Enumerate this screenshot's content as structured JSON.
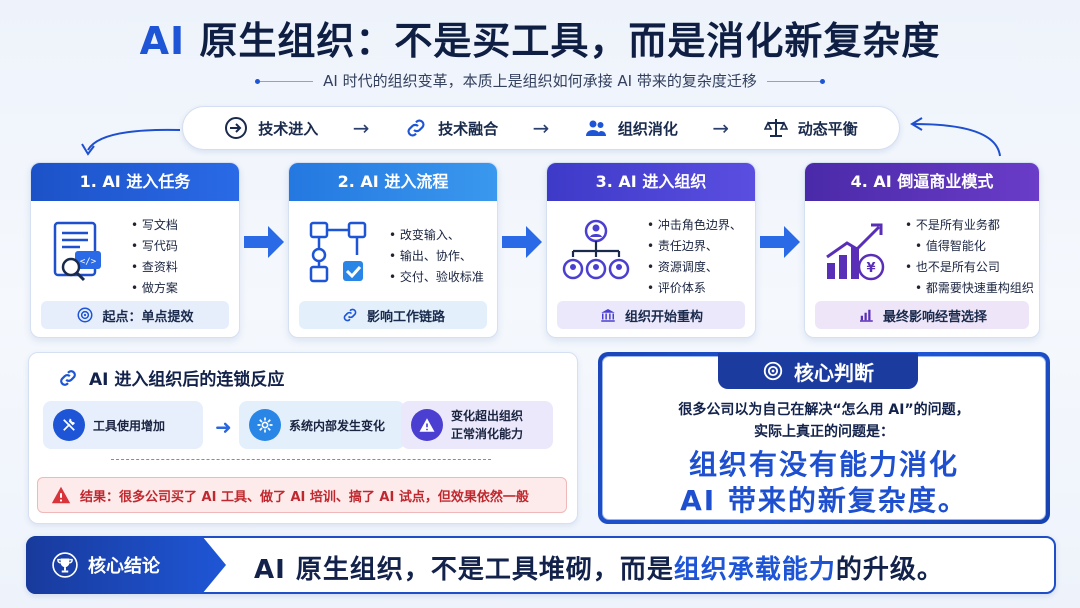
{
  "title": {
    "accent": "AI",
    "main": "原生组织：不是买工具，而是消化新复杂度"
  },
  "subtitle": "AI 时代的组织变革，本质上是组织如何承接 AI 带来的复杂度迁移",
  "flow": [
    {
      "label": "技术进入",
      "icon": "login-arrow-icon"
    },
    {
      "label": "技术融合",
      "icon": "link-icon"
    },
    {
      "label": "组织消化",
      "icon": "people-icon"
    },
    {
      "label": "动态平衡",
      "icon": "scale-icon"
    }
  ],
  "cards": [
    {
      "title": "1. AI 进入任务",
      "items": [
        "写文档",
        "写代码",
        "查资料",
        "做方案"
      ],
      "foot": "起点：单点提效",
      "color": "#1f5fd8",
      "foot_bg": "#e6eefc"
    },
    {
      "title": "2. AI 进入流程",
      "items": [
        "改变输入、",
        "输出、协作、",
        "交付、验收标准"
      ],
      "foot": "影响工作链路",
      "color": "#2a86e6",
      "foot_bg": "#e3f0fc"
    },
    {
      "title": "3. AI 进入组织",
      "items": [
        "冲击角色边界、",
        "责任边界、",
        "资源调度、",
        "评价体系"
      ],
      "foot": "组织开始重构",
      "color": "#4a3fd0",
      "foot_bg": "#ebe8fb"
    },
    {
      "title": "4. AI 倒逼商业模式",
      "items": [
        "不是所有业务都",
        "值得智能化",
        "也不是所有公司",
        "都需要快速重构组织"
      ],
      "foot": "最终影响经营选择",
      "color": "#5a2fb8",
      "foot_bg": "#eee6f8"
    }
  ],
  "chain": {
    "title": "AI 进入组织后的连锁反应",
    "steps": [
      "工具使用增加",
      "系统内部发生变化",
      "变化超出组织",
      "正常消化能力"
    ],
    "result": "结果：很多公司买了 AI 工具、做了 AI 培训、搞了 AI 试点，但效果依然一般"
  },
  "core": {
    "tab": "核心判断",
    "line1": "很多公司以为自己在解决“怎么用 AI”的问题，",
    "line2": "实际上真正的问题是：",
    "big1": "组织有没有能力消化",
    "big2": "AI 带来的新复杂度。"
  },
  "conclusion": {
    "tag": "核心结论",
    "text_a": "AI 原生组织，不是工具堆砌，而是",
    "text_hl": "组织承载能力",
    "text_b": "的升级。"
  }
}
